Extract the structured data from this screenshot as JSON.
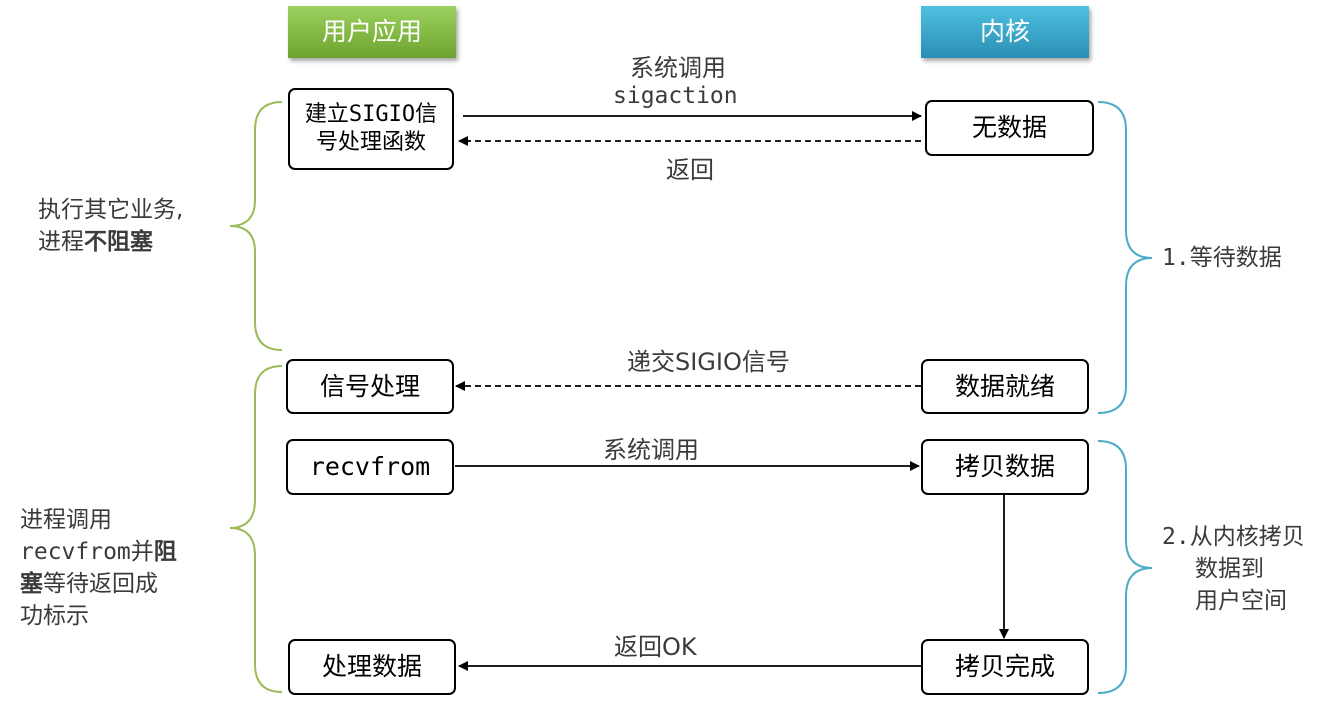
{
  "headers": {
    "user_app": "用户应用",
    "kernel": "内核"
  },
  "user_boxes": {
    "setup_handler": "建立SIGIO信号处理函数",
    "signal_handle": "信号处理",
    "recvfrom": "recvfrom",
    "process_data": "处理数据"
  },
  "kernel_boxes": {
    "no_data": "无数据",
    "data_ready": "数据就绪",
    "copy_data": "拷贝数据",
    "copy_done": "拷贝完成"
  },
  "messages": {
    "syscall_1": "系统调用",
    "sigaction": "sigaction",
    "return_1": "返回",
    "deliver_sigio": "递交SIGIO信号",
    "syscall_2": "系统调用",
    "return_ok": "返回OK"
  },
  "left_notes": {
    "nonblocking_a": "执行其它业务,",
    "nonblocking_b_plain": "进程",
    "nonblocking_b_bold": "不阻塞",
    "blocking_l1": "进程调用",
    "blocking_l2_mono": "recvfrom",
    "blocking_l2_plain": "并",
    "blocking_l2_bold": "阻",
    "blocking_l3_bold": "塞",
    "blocking_l3_plain": "等待返回成",
    "blocking_l4": "功标示"
  },
  "right_notes": {
    "phase1_num": "1.",
    "phase1_text": "等待数据",
    "phase2_num": "2.",
    "phase2_l1": "从内核拷贝",
    "phase2_l2": "数据到",
    "phase2_l3": "用户空间"
  },
  "colors": {
    "green_brace": "#9bbb59",
    "blue_brace": "#4bacc6",
    "user_header": "#7ab03c",
    "kernel_header": "#31a2c9"
  }
}
